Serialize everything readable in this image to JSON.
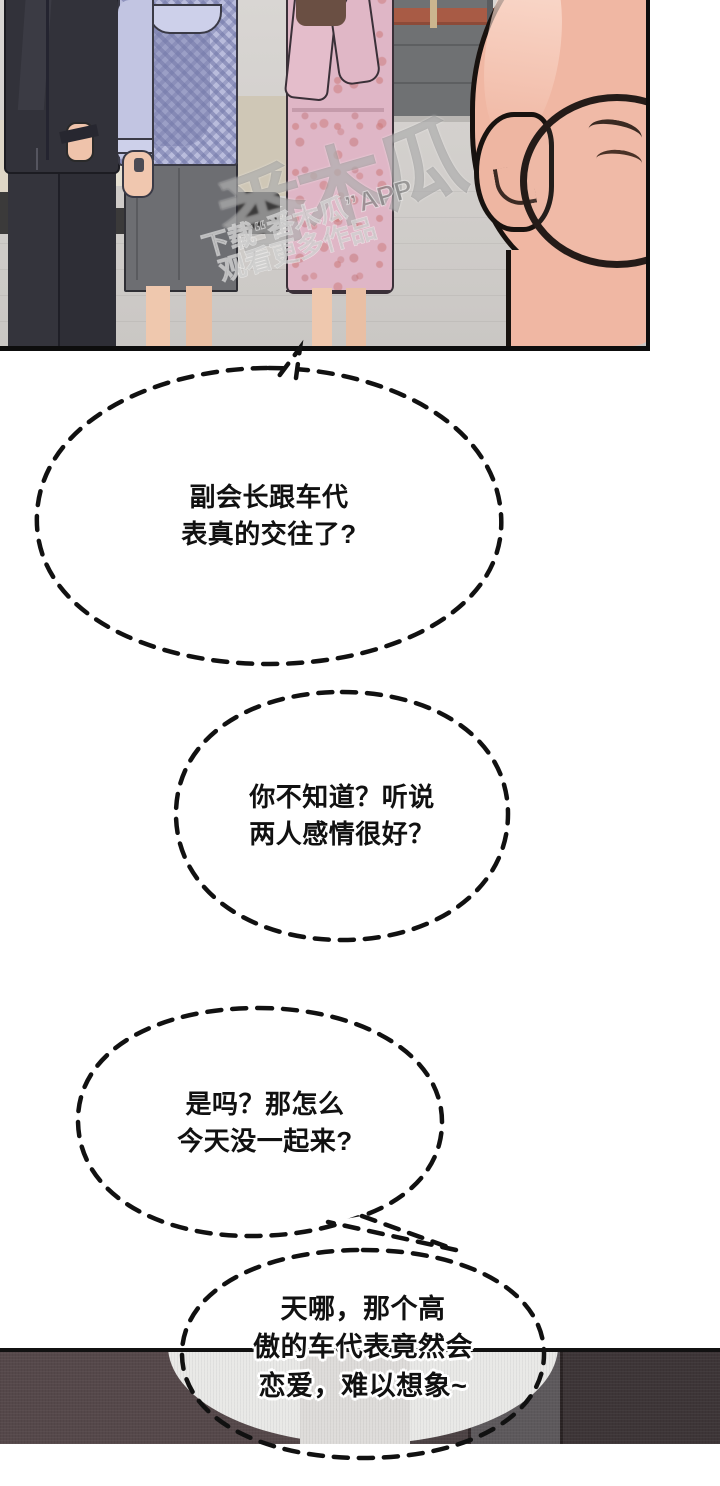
{
  "comic": {
    "type": "webtoon-panel",
    "panels": [
      {
        "name": "top-panel",
        "description": "Three people standing in a lobby: a man in a dark suit with hand in pocket, a woman in a lavender houndstooth top and grey pencil skirt, and a woman in a pink floral midi dress; a bald man with round glasses in close-up profile at right.",
        "background": "grey staircase with red-brown step top, light grey tiled floor, dark sofa with cream cushions"
      },
      {
        "name": "bottom-panel",
        "description": "Close crop of dark grey and brown suit fabric"
      }
    ],
    "watermark": {
      "logo": "番木瓜",
      "line1": "下载“番木瓜”APP",
      "line2": "观看更多作品"
    },
    "bubbles": [
      {
        "id": "bubble-1",
        "style": "dashed-oval",
        "tail": "top",
        "lines": [
          "副会长跟车代",
          "表真的交往了?"
        ]
      },
      {
        "id": "bubble-2",
        "style": "dashed-oval",
        "tail": "none",
        "lines": [
          "你不知道？听说",
          "两人感情很好？"
        ]
      },
      {
        "id": "bubble-3",
        "style": "dashed-oval",
        "tail": "bottom-right",
        "lines": [
          "是吗？那怎么",
          "今天没一起来?"
        ]
      },
      {
        "id": "bubble-4",
        "style": "dashed-oval-overlapping",
        "tail": "none",
        "lines": [
          "天哪，那个高",
          "傲的车代表竟然会",
          "恋爱，难以想象~"
        ]
      }
    ],
    "colors": {
      "panel_border": "#111111",
      "page_background": "#ffffff",
      "bubble_fill": "#ffffff",
      "bubble_stroke": "#111111",
      "text": "#111111",
      "suit_dark": "#32323a",
      "skirt_grey": "#6d6e72",
      "top_lavender": "#b9bcdc",
      "dress_pink": "#dfb6c6",
      "skin": "#f0b7a3",
      "hair_brown": "#6a4f43",
      "bottom_suit": "#55484a"
    }
  }
}
